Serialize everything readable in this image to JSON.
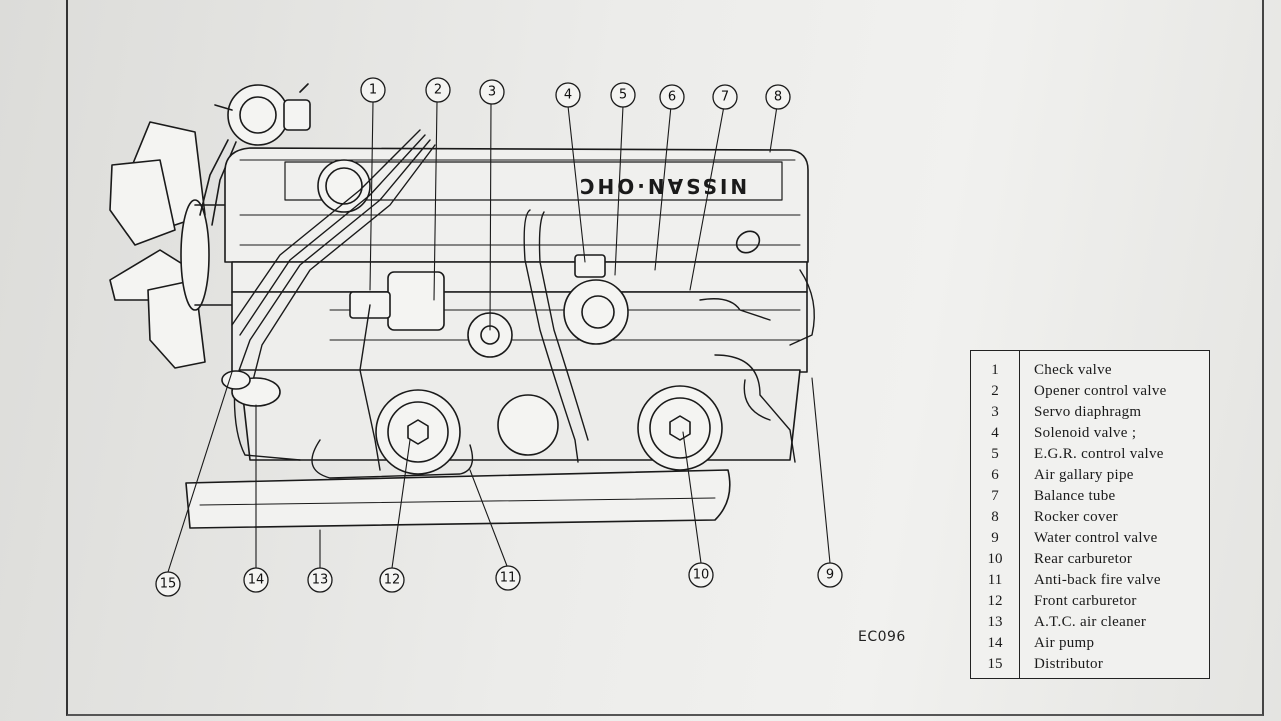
{
  "figure_code": "EC096",
  "rocker_cover_text": "NISSAN·OHC",
  "callouts": [
    "1",
    "2",
    "3",
    "4",
    "5",
    "6",
    "7",
    "8",
    "9",
    "10",
    "11",
    "12",
    "13",
    "14",
    "15"
  ],
  "legend": [
    {
      "num": "1",
      "label": "Check valve"
    },
    {
      "num": "2",
      "label": "Opener control valve"
    },
    {
      "num": "3",
      "label": "Servo diaphragm"
    },
    {
      "num": "4",
      "label": "Solenoid valve   ;"
    },
    {
      "num": "5",
      "label": "E.G.R. control valve"
    },
    {
      "num": "6",
      "label": "Air gallary pipe"
    },
    {
      "num": "7",
      "label": "Balance tube"
    },
    {
      "num": "8",
      "label": "Rocker cover"
    },
    {
      "num": "9",
      "label": "Water control valve"
    },
    {
      "num": "10",
      "label": "Rear carburetor"
    },
    {
      "num": "11",
      "label": "Anti-back fire valve"
    },
    {
      "num": "12",
      "label": "Front carburetor"
    },
    {
      "num": "13",
      "label": "A.T.C. air cleaner"
    },
    {
      "num": "14",
      "label": "Air pump"
    },
    {
      "num": "15",
      "label": "Distributor"
    }
  ],
  "colors": {
    "ink": "#1a1a1a",
    "paper": "#ececea"
  }
}
